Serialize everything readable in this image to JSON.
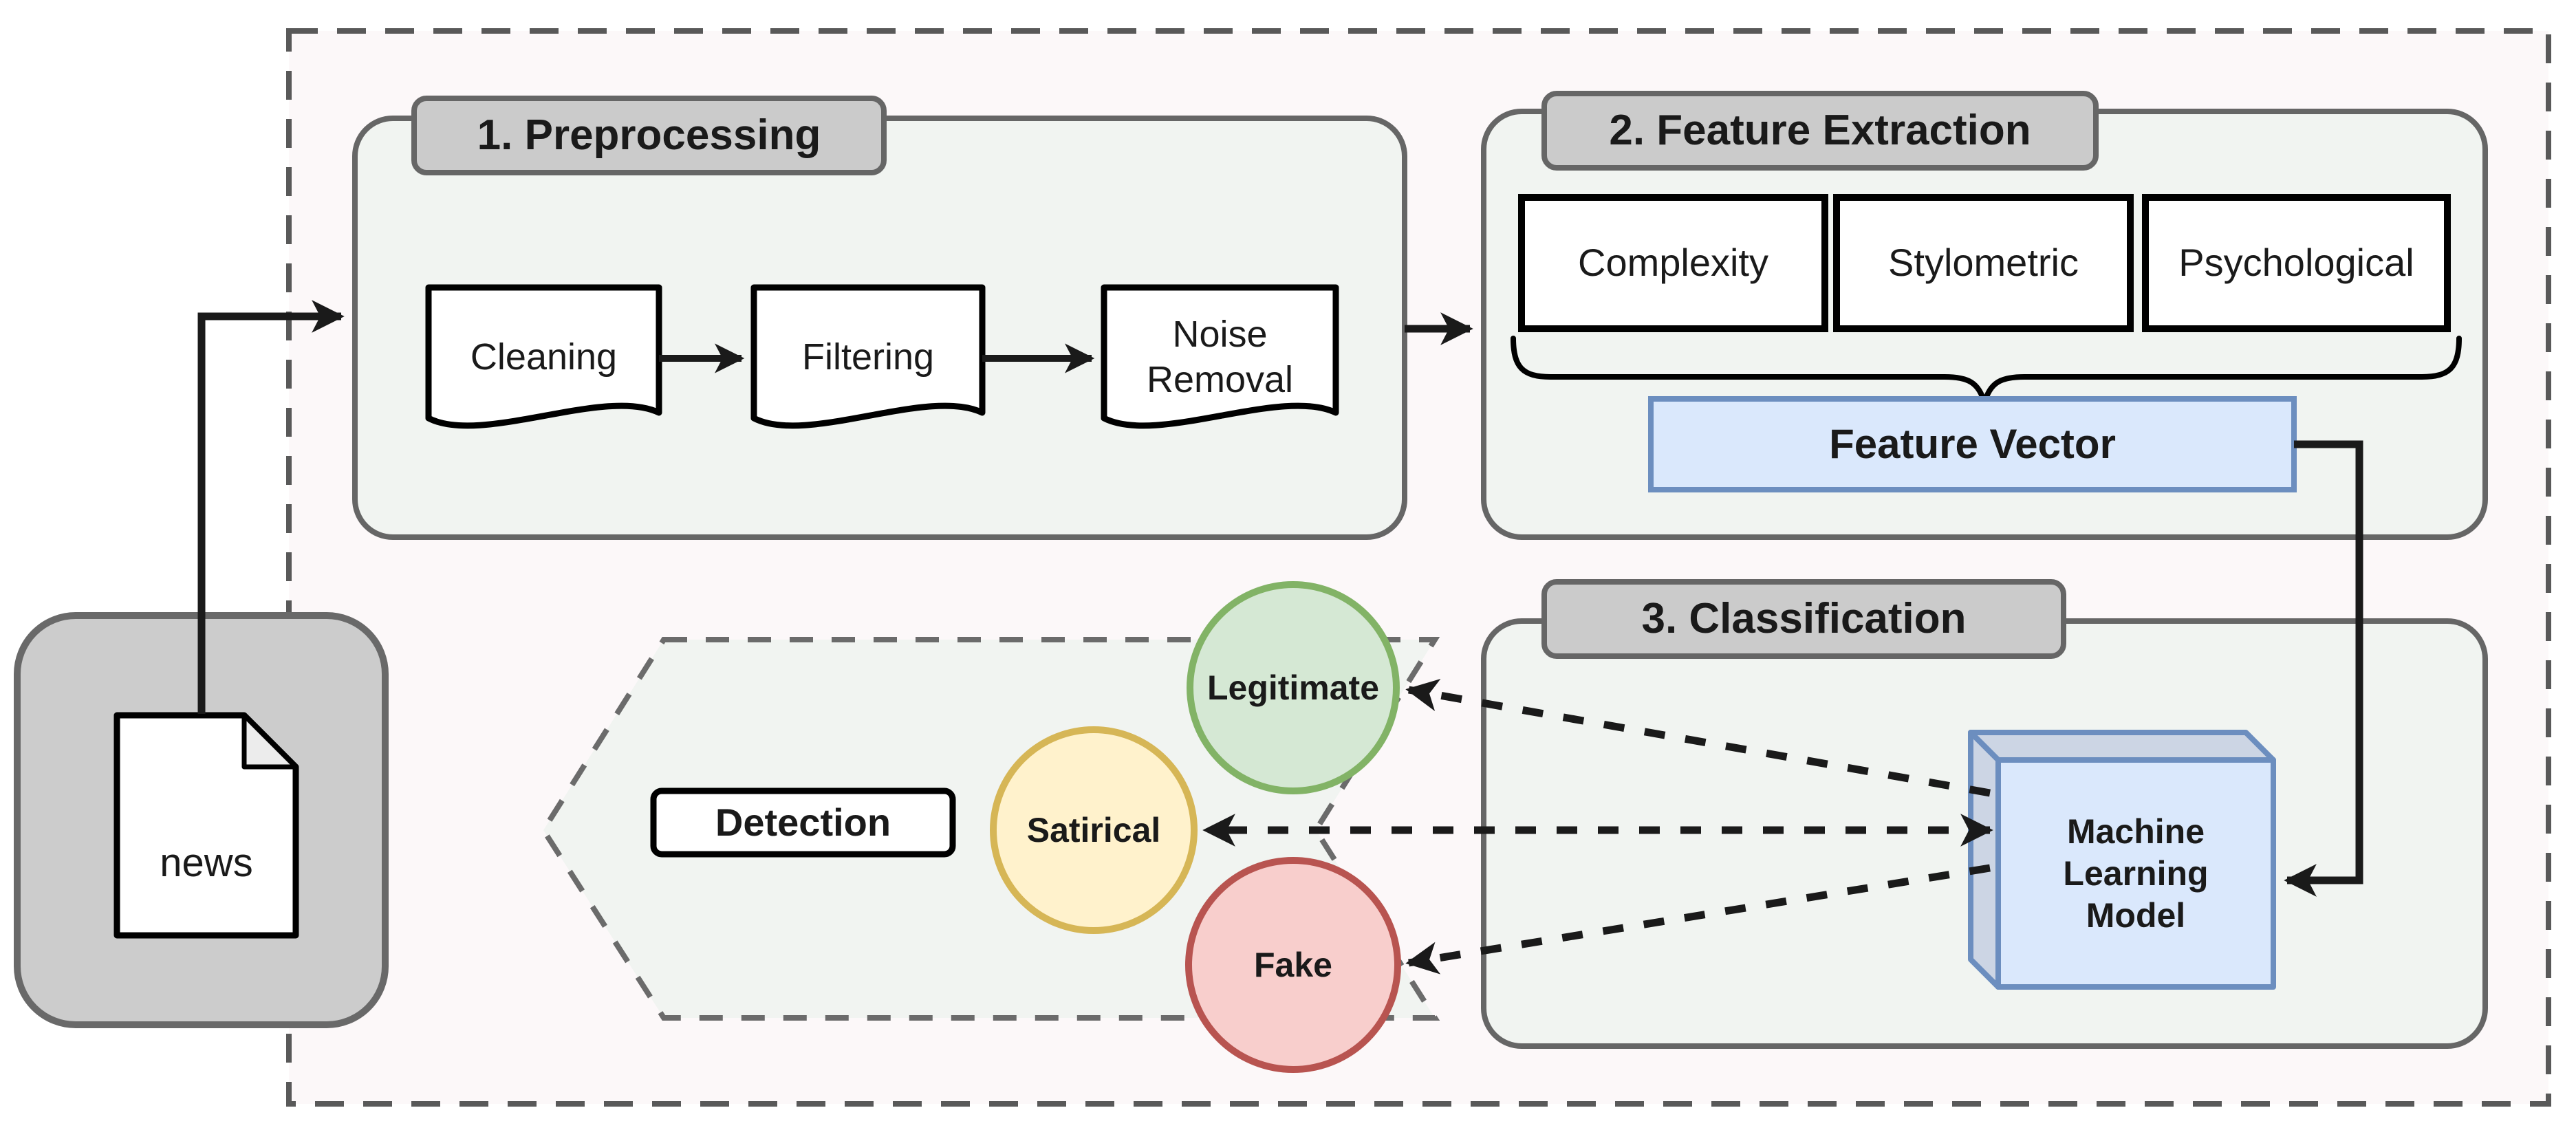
{
  "figure": {
    "kind": "pipeline-flow-diagram",
    "description_visible_text_only": true
  },
  "input": {
    "label": "news"
  },
  "stages": {
    "preprocessing": {
      "tab": "1. Preprocessing",
      "steps": [
        "Cleaning",
        "Filtering",
        "Noise Removal"
      ]
    },
    "feature_extraction": {
      "tab": "2. Feature Extraction",
      "feature_types": [
        "Complexity",
        "Stylometric",
        "Psychological"
      ],
      "vector_label": "Feature Vector"
    },
    "classification": {
      "tab": "3. Classification",
      "model_label": "Machine\nLearning\nModel"
    }
  },
  "output": {
    "detection_label": "Detection",
    "classes": [
      {
        "label": "Legitimate",
        "fill": "#d5e8d4",
        "border": "#82b366"
      },
      {
        "label": "Satirical",
        "fill": "#fff2cc",
        "border": "#d6b656"
      },
      {
        "label": "Fake",
        "fill": "#f8cecc",
        "border": "#b85450"
      }
    ]
  },
  "colors": {
    "canvas_fill": "#fcf8f9",
    "dashed_boundary": "#595959",
    "panel_fill": "#f1f4f1",
    "panel_border": "#666666",
    "tab_fill": "#cbcbcb",
    "gray_box_fill": "#cccccc",
    "blue_fill": "#dae8fc",
    "blue_side_fill": "#ccd5e4",
    "blue_border": "#6c8ebf",
    "line_color": "#1a1a1a"
  }
}
